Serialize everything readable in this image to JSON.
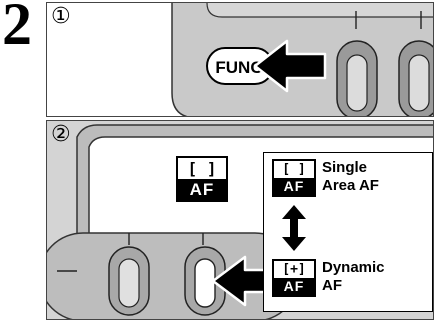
{
  "step": {
    "number": "2"
  },
  "panel1": {
    "marker": "①",
    "button_label": "FUNC"
  },
  "panel2": {
    "marker": "②",
    "display_icon": {
      "bracket": "[ ]",
      "af": "AF"
    },
    "modes": [
      {
        "bracket": "[ ]",
        "af": "AF",
        "label_line1": "Single",
        "label_line2": "Area AF"
      },
      {
        "bracket": "[+]",
        "af": "AF",
        "label_line1": "Dynamic",
        "label_line2": "AF"
      }
    ]
  }
}
